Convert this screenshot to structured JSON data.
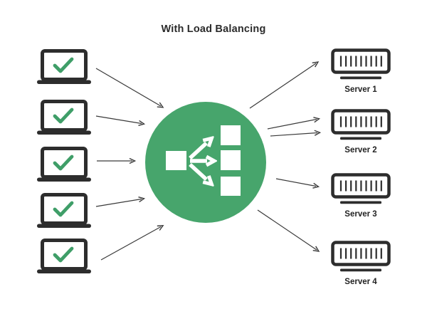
{
  "title": "With Load Balancing",
  "colors": {
    "balancer_green": "#47a56c",
    "check_green": "#3f9e68",
    "icon_dark": "#2d2d2d",
    "arrow_dark": "#3a3a3a",
    "background": "#ffffff"
  },
  "clients": {
    "count": 5,
    "icon": "laptop-check-icon"
  },
  "load_balancer": {
    "icon": "load-balancer-icon",
    "shape": "green-circle"
  },
  "servers": [
    {
      "label": "Server 1",
      "icon": "server-rack-icon"
    },
    {
      "label": "Server 2",
      "icon": "server-rack-icon"
    },
    {
      "label": "Server 3",
      "icon": "server-rack-icon"
    },
    {
      "label": "Server 4",
      "icon": "server-rack-icon"
    }
  ],
  "connections": {
    "clients_to_balancer": 5,
    "balancer_to_servers": 5,
    "server2_arrow_count": 2
  }
}
